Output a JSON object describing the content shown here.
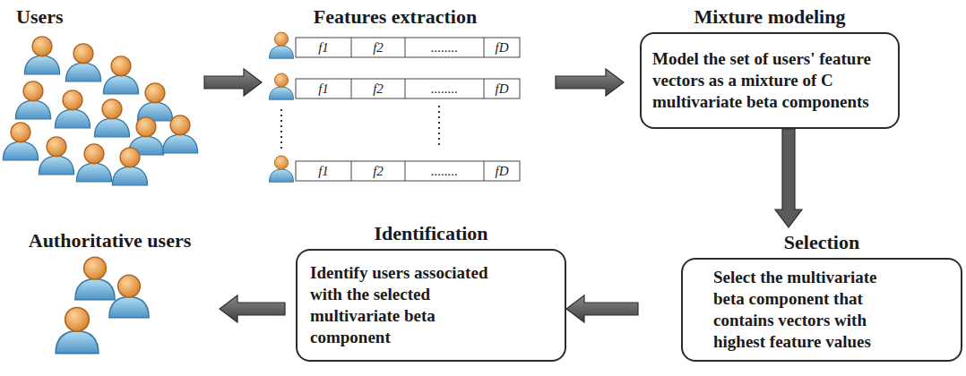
{
  "diagram": {
    "nodes": [
      {
        "text": [
          "Users"
        ]
      },
      {
        "text": [
          "Features extraction"
        ]
      },
      {
        "text": [
          "Mixture modeling",
          "Model the set of users' feature vectors as a mixture of C multivariate beta components"
        ]
      },
      {
        "text": [
          "Selection",
          "Select the multivariate beta component that contains vectors with highest feature values"
        ]
      },
      {
        "text": [
          "Identification",
          "Identify users associated with the selected multivariate beta component"
        ]
      },
      {
        "text": [
          "Authoritative users"
        ]
      }
    ],
    "edges": [
      {
        "from": 0,
        "to": 1,
        "arrow": "to"
      },
      {
        "from": 1,
        "to": 2,
        "arrow": "to"
      },
      {
        "from": 2,
        "to": 3,
        "arrow": "to"
      },
      {
        "from": 3,
        "to": 4,
        "arrow": "to"
      },
      {
        "from": 4,
        "to": 5,
        "arrow": "to"
      }
    ],
    "labels": [
      "f1",
      "f2",
      "........",
      "fD",
      "f1",
      "f2",
      "........",
      "fD",
      "f1",
      "f2",
      "........",
      "fD"
    ]
  }
}
